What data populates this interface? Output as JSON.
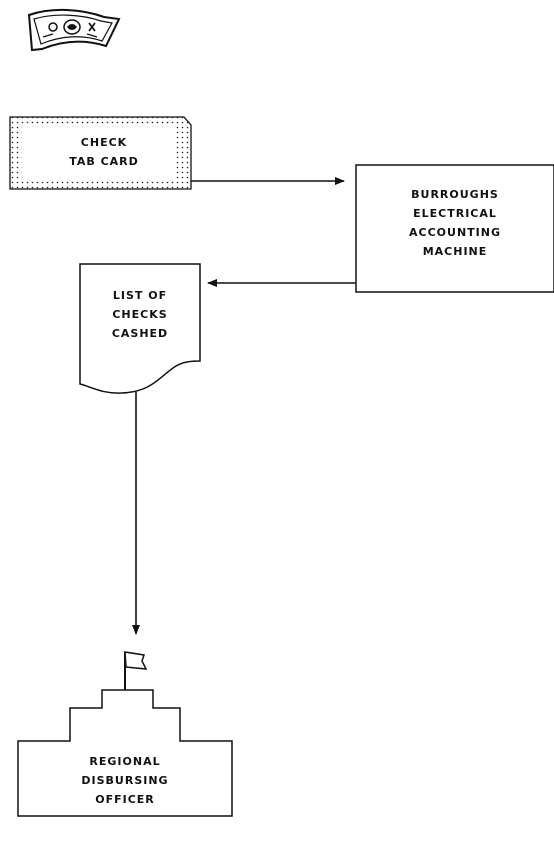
{
  "nodes": {
    "check_tab_card": {
      "lines": [
        "CHECK",
        "TAB CARD"
      ]
    },
    "accounting_machine": {
      "lines": [
        "BURROUGHS",
        "ELECTRICAL",
        "ACCOUNTING",
        "MACHINE"
      ]
    },
    "check_list": {
      "lines": [
        "LIST OF",
        "CHECKS",
        "CASHED"
      ]
    },
    "disbursing_officer": {
      "lines": [
        "REGIONAL",
        "DISBURSING",
        "OFFICER"
      ]
    }
  },
  "icons": {
    "top": "dollar-bill-icon",
    "flag": "flag-icon"
  },
  "edges": [
    {
      "from": "check_tab_card",
      "to": "accounting_machine"
    },
    {
      "from": "accounting_machine",
      "to": "check_list"
    },
    {
      "from": "check_list",
      "to": "disbursing_officer"
    }
  ]
}
